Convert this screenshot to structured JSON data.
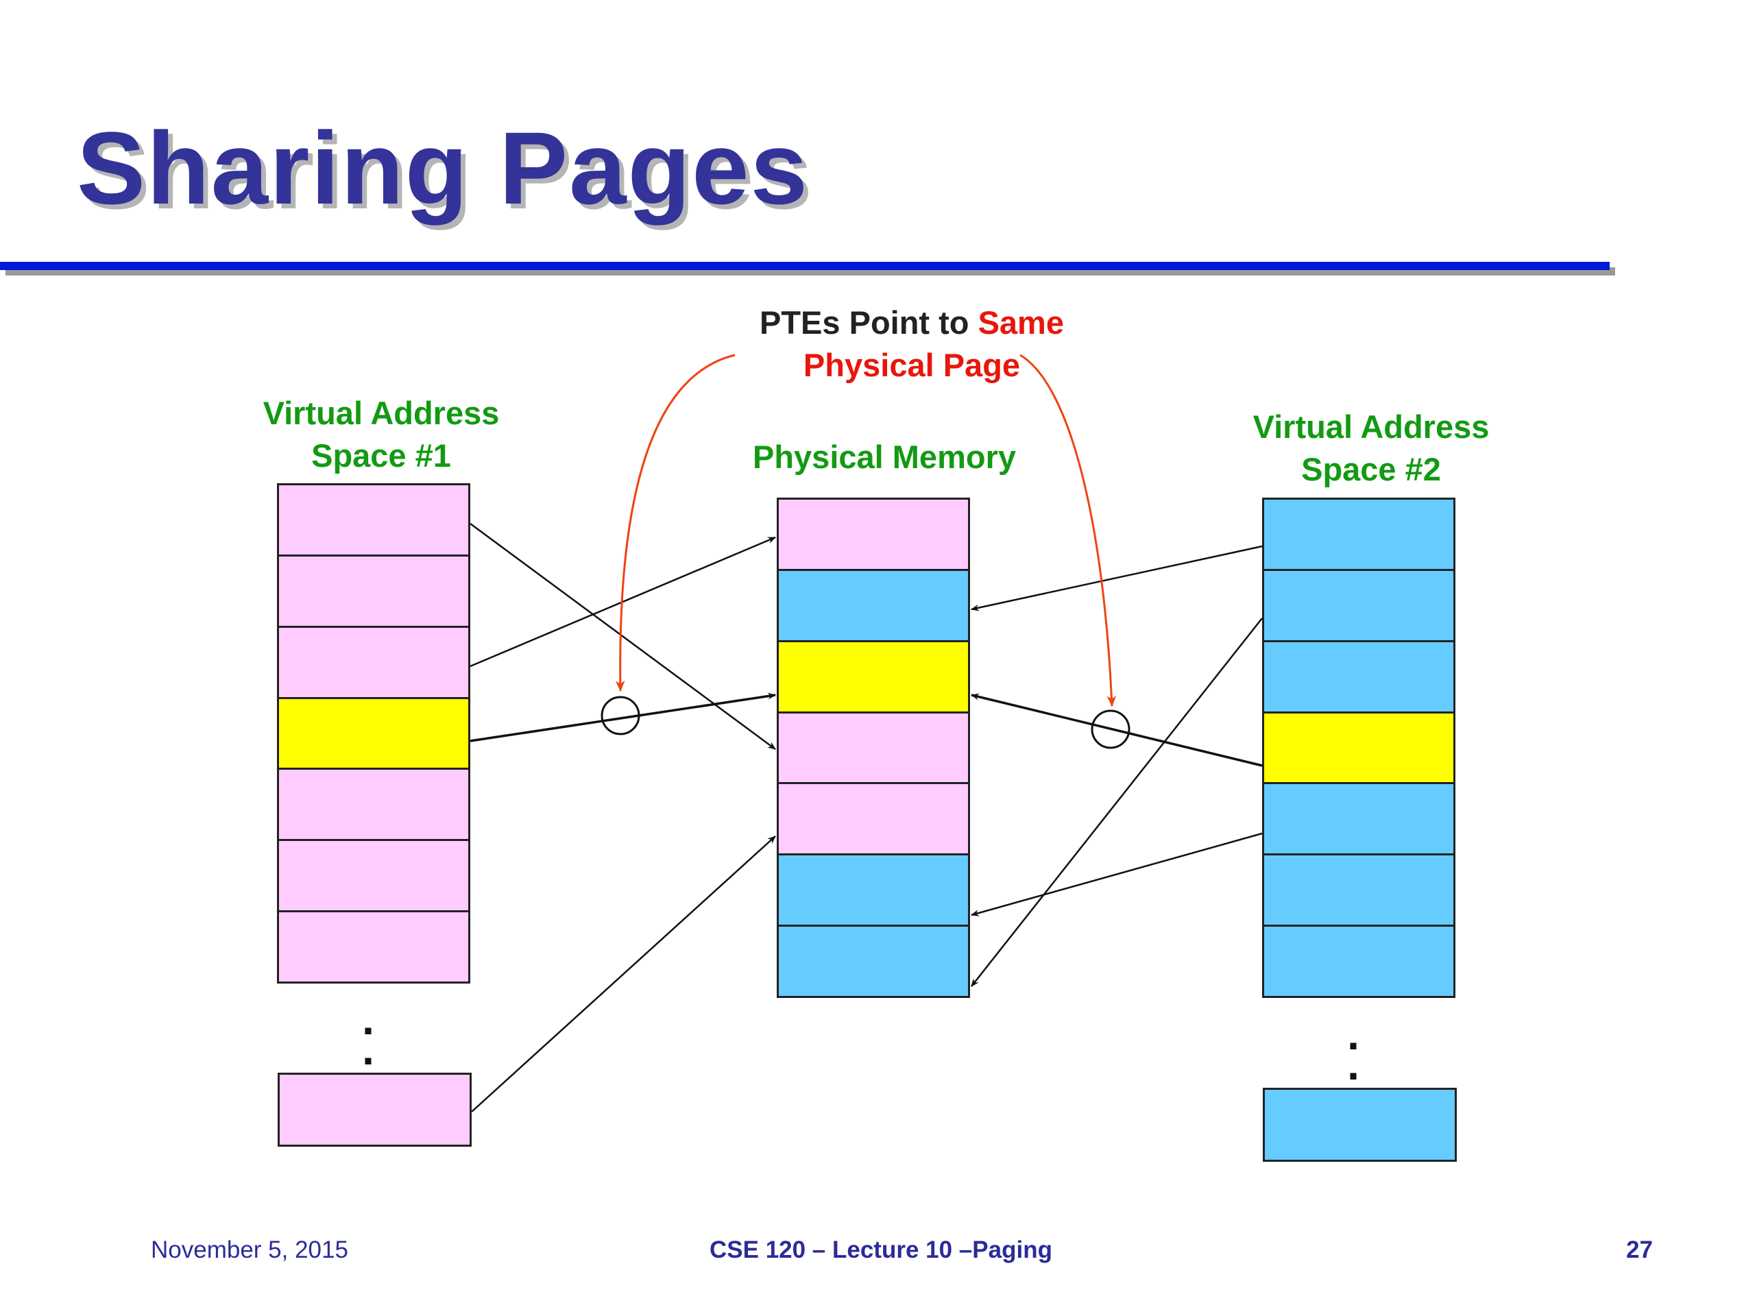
{
  "title": "Sharing Pages",
  "callout": {
    "line1_black": "PTEs Point to ",
    "line1_red": "Same",
    "line2": "Physical Page"
  },
  "labels": {
    "vas1": [
      "Virtual Address",
      "Space #1"
    ],
    "physical": "Physical Memory",
    "vas2": [
      "Virtual Address",
      "Space #2"
    ]
  },
  "colors": {
    "pink": "#ffccff",
    "blue": "#66ccff",
    "yellow": "#ffff00",
    "label_green": "#139a13",
    "callout_red": "#e8160c",
    "title_navy": "#333399"
  },
  "columns": {
    "vas1": [
      "pink",
      "pink",
      "pink",
      "yellow",
      "pink",
      "pink",
      "pink"
    ],
    "vas1_tail": "pink",
    "physical": [
      "pink",
      "blue",
      "yellow",
      "pink",
      "pink",
      "blue",
      "blue"
    ],
    "vas2": [
      "blue",
      "blue",
      "blue",
      "yellow",
      "blue",
      "blue",
      "blue"
    ],
    "vas2_tail": "blue"
  },
  "footer": {
    "date": "November 5, 2015",
    "course": "CSE 120 – Lecture 10 –Paging",
    "page": "27"
  }
}
